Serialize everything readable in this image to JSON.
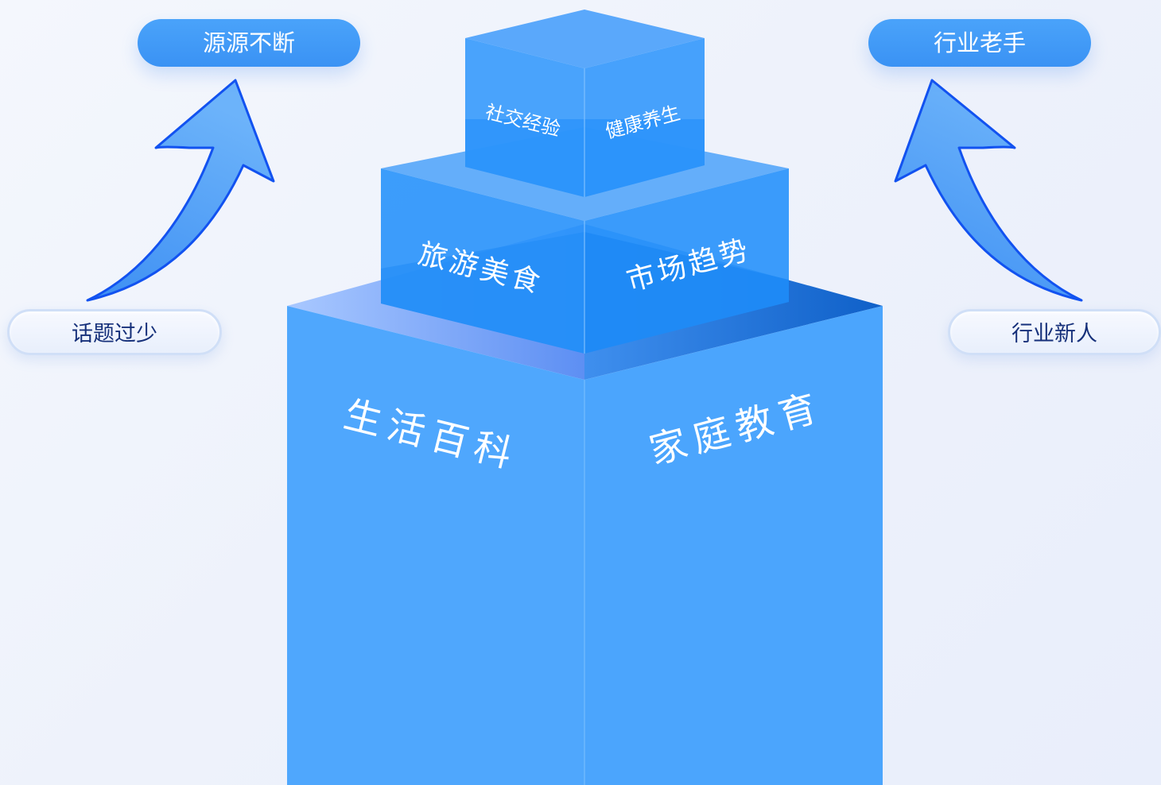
{
  "labels": {
    "top_left_goal": "源源不断",
    "top_right_goal": "行业老手",
    "bottom_left_problem": "话题过少",
    "bottom_right_problem": "行业新人"
  },
  "tiers": {
    "top": {
      "left_face": "社交经验",
      "right_face": "健康养生"
    },
    "middle": {
      "left_face": "旅游美食",
      "right_face": "市场趋势"
    },
    "bottom": {
      "left_face": "生活百科",
      "right_face": "家庭教育"
    }
  },
  "colors": {
    "block_blue": "#4ea7fc",
    "block_deep": "#1a8af7",
    "arrow_stroke": "#1252f0",
    "arrow_fill": "#5aa9f7",
    "label_text_dark": "#16307a"
  }
}
